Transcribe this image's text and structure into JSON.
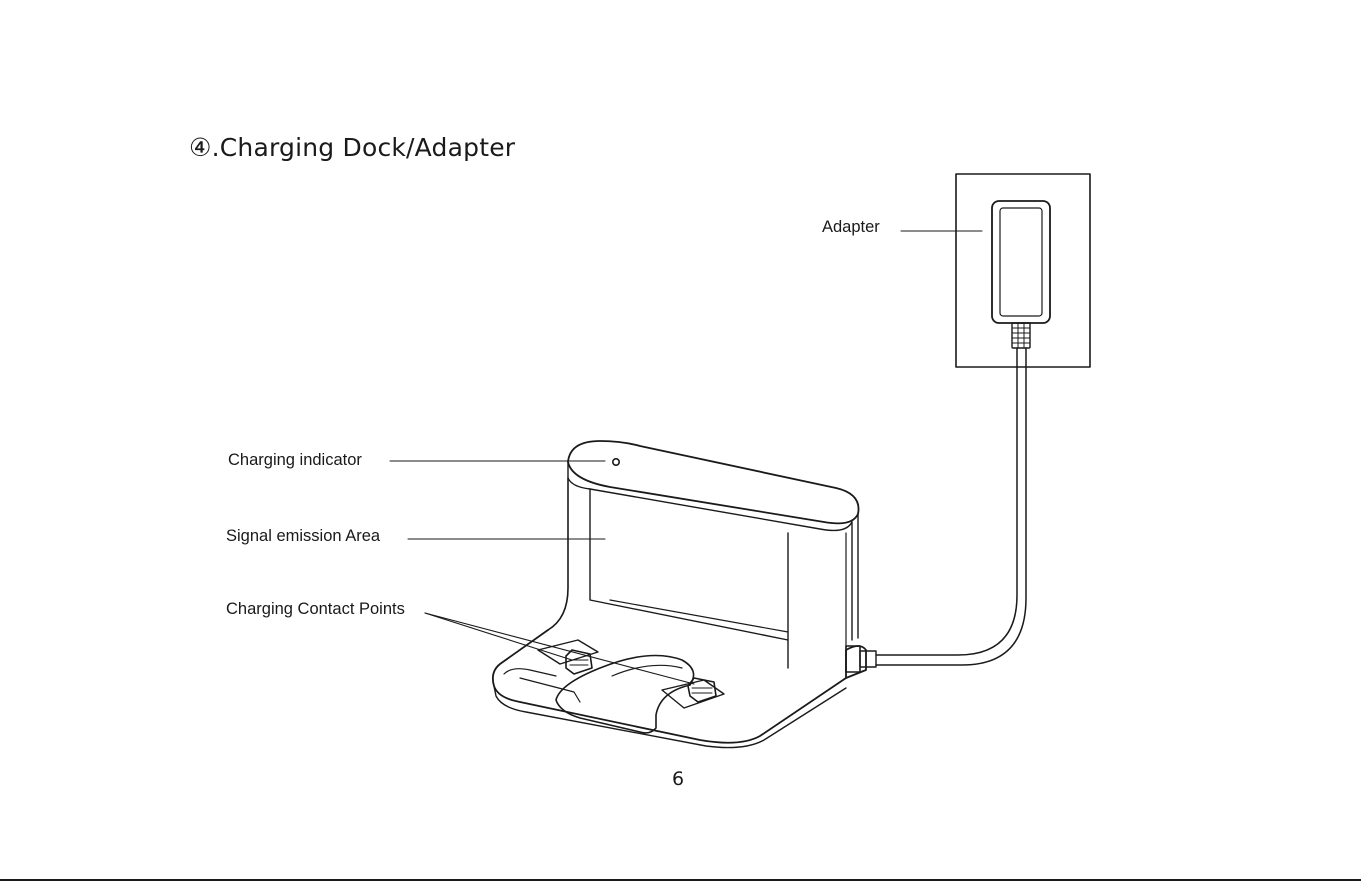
{
  "section": {
    "title": "④.Charging Dock/Adapter"
  },
  "callouts": {
    "adapter": "Adapter",
    "charging_indicator": "Charging indicator",
    "signal_emission_area": "Signal emission Area",
    "charging_contact_points": "Charging Contact Points"
  },
  "footer": {
    "page_number": "6"
  }
}
